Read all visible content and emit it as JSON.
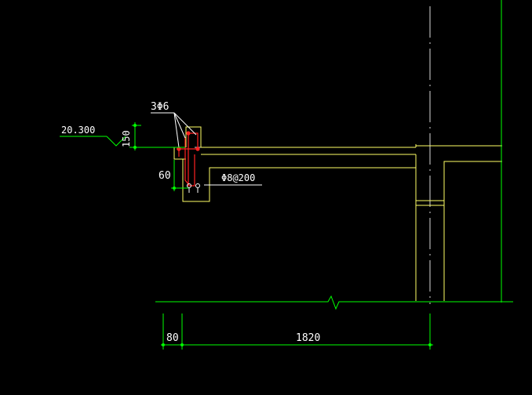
{
  "drawing": {
    "labels": {
      "bar_top": "3Φ6",
      "elevation": "20.300",
      "height_dim": "150",
      "depth_dim": "60",
      "stirrup": "Φ8@200",
      "width_small": "80",
      "width_main": "1820"
    },
    "colors": {
      "background": "#000000",
      "outline": "#ffff66",
      "dimension": "#00ff00",
      "rebar": "#ff2222",
      "text": "#ffffff",
      "grid_line": "#cccccc"
    }
  }
}
